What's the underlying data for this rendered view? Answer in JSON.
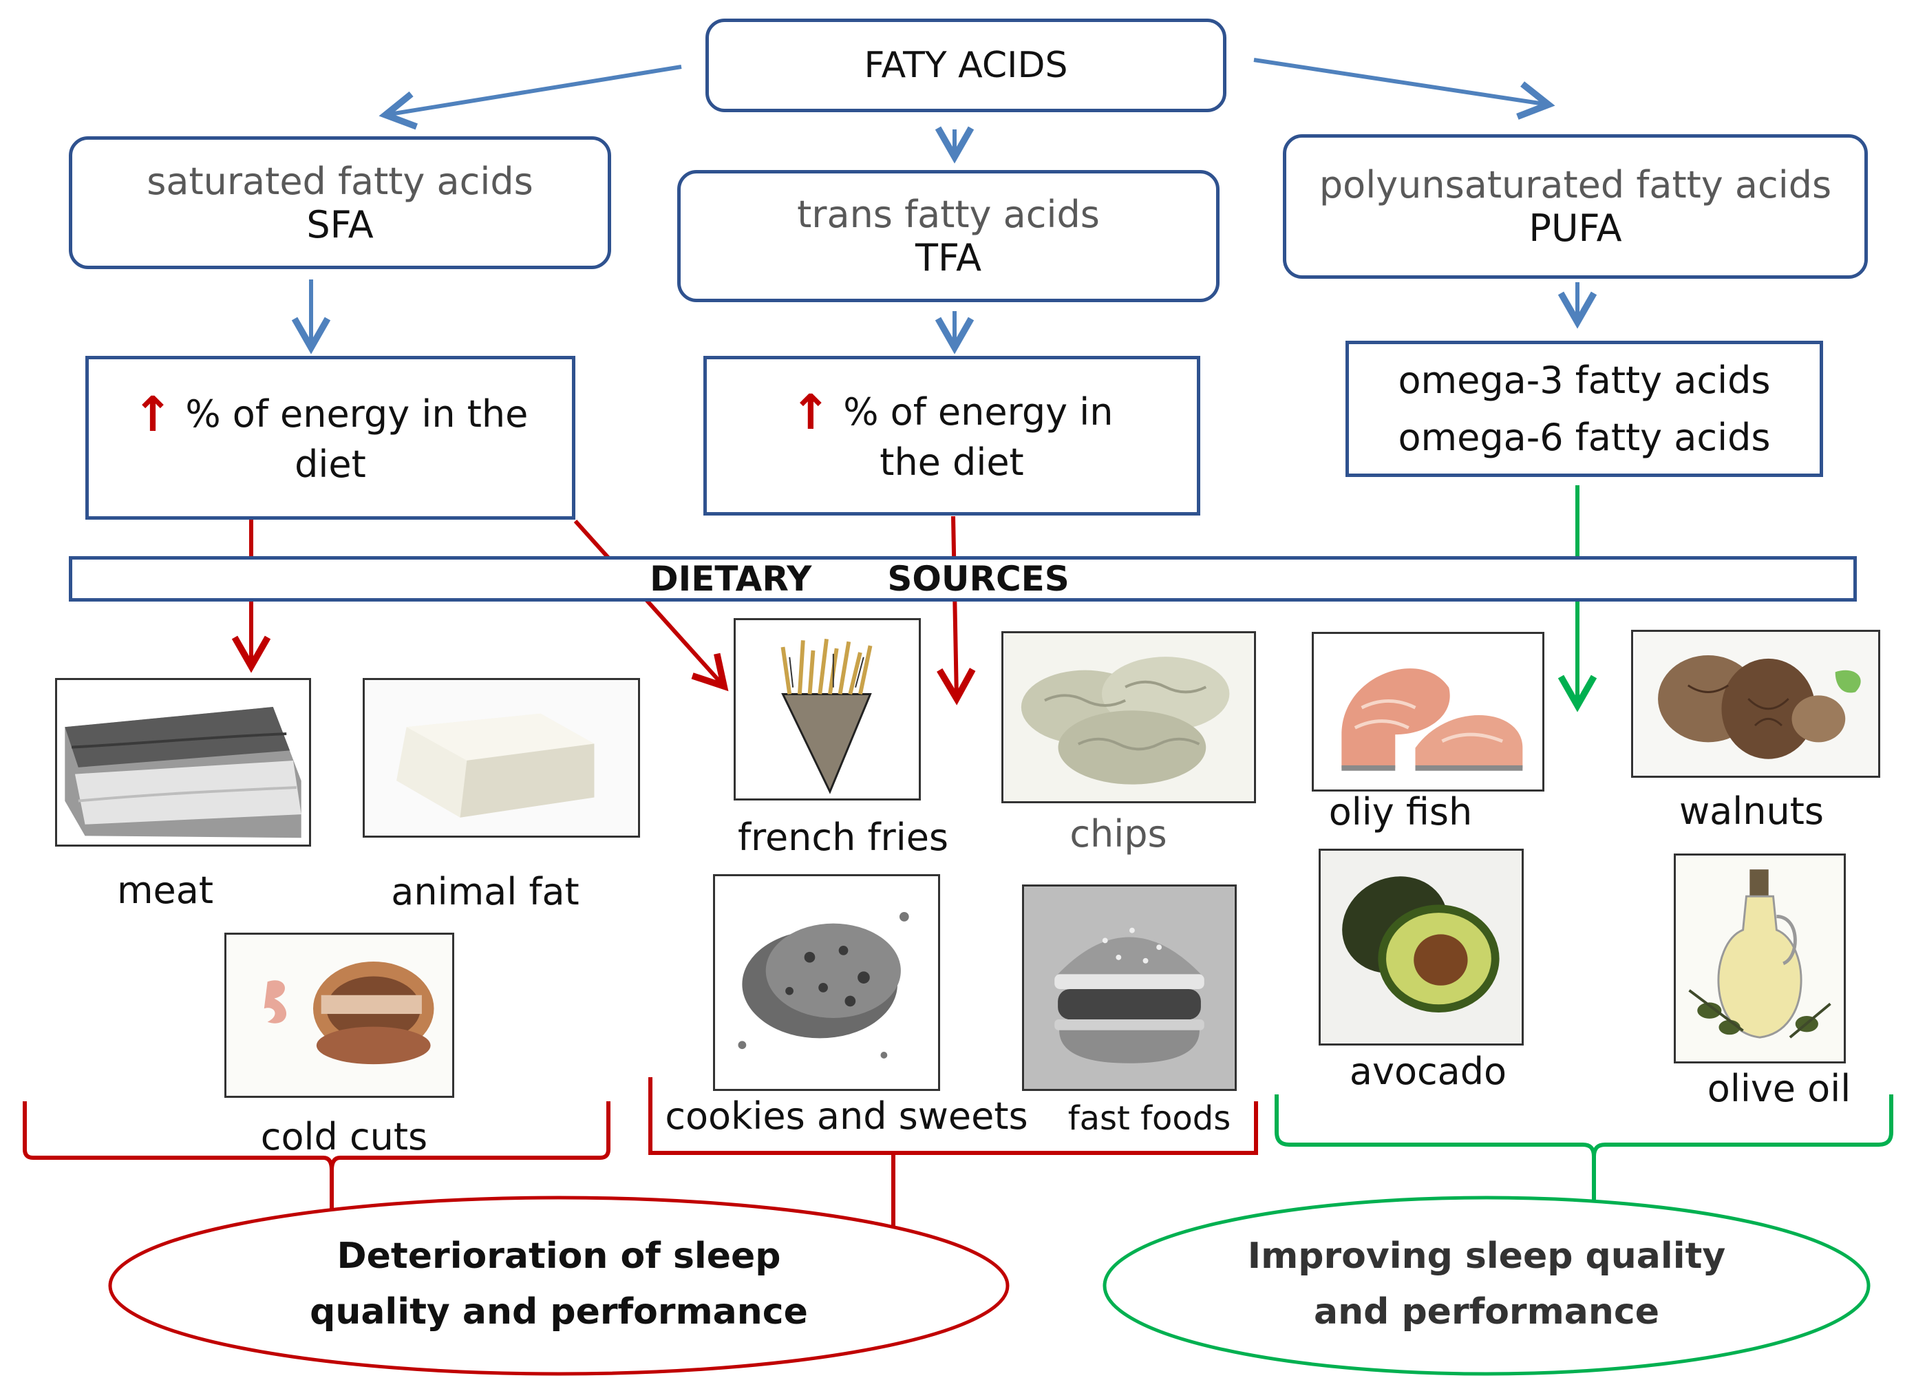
{
  "root": {
    "label": "FATY ACIDS"
  },
  "categories": [
    {
      "name": "saturated fatty acids",
      "abbr": "SFA"
    },
    {
      "name": "trans fatty acids",
      "abbr": "TFA"
    },
    {
      "name": "polyunsaturated fatty acids",
      "abbr": "PUFA"
    }
  ],
  "energy_boxes": [
    {
      "line1": "% of energy in the",
      "line2": "diet"
    },
    {
      "line1": "% of energy in",
      "line2": "the diet"
    }
  ],
  "omega_box": {
    "line1": "omega-3 fatty acids",
    "line2": "omega-6 fatty acids"
  },
  "dietary_sources": {
    "word1": "DIETARY",
    "word2": "SOURCES"
  },
  "foods": {
    "meat": "meat",
    "animal_fat": "animal fat",
    "cold_cuts": "cold cuts",
    "french_fries": "french fries",
    "chips": "chips",
    "cookies": "cookies and sweets",
    "fast_foods": "fast foods",
    "oily_fish": "oliy fish",
    "walnuts": "walnuts",
    "avocado": "avocado",
    "olive_oil": "olive oil"
  },
  "outcomes": {
    "negative": {
      "line1": "Deterioration of sleep",
      "line2": "quality and performance"
    },
    "positive": {
      "line1": "Improving sleep quality",
      "line2": "and performance"
    }
  },
  "colors": {
    "blue_border": "#2f528f",
    "blue_arrow": "#4f81bd",
    "red": "#c00000",
    "green": "#00b050"
  }
}
